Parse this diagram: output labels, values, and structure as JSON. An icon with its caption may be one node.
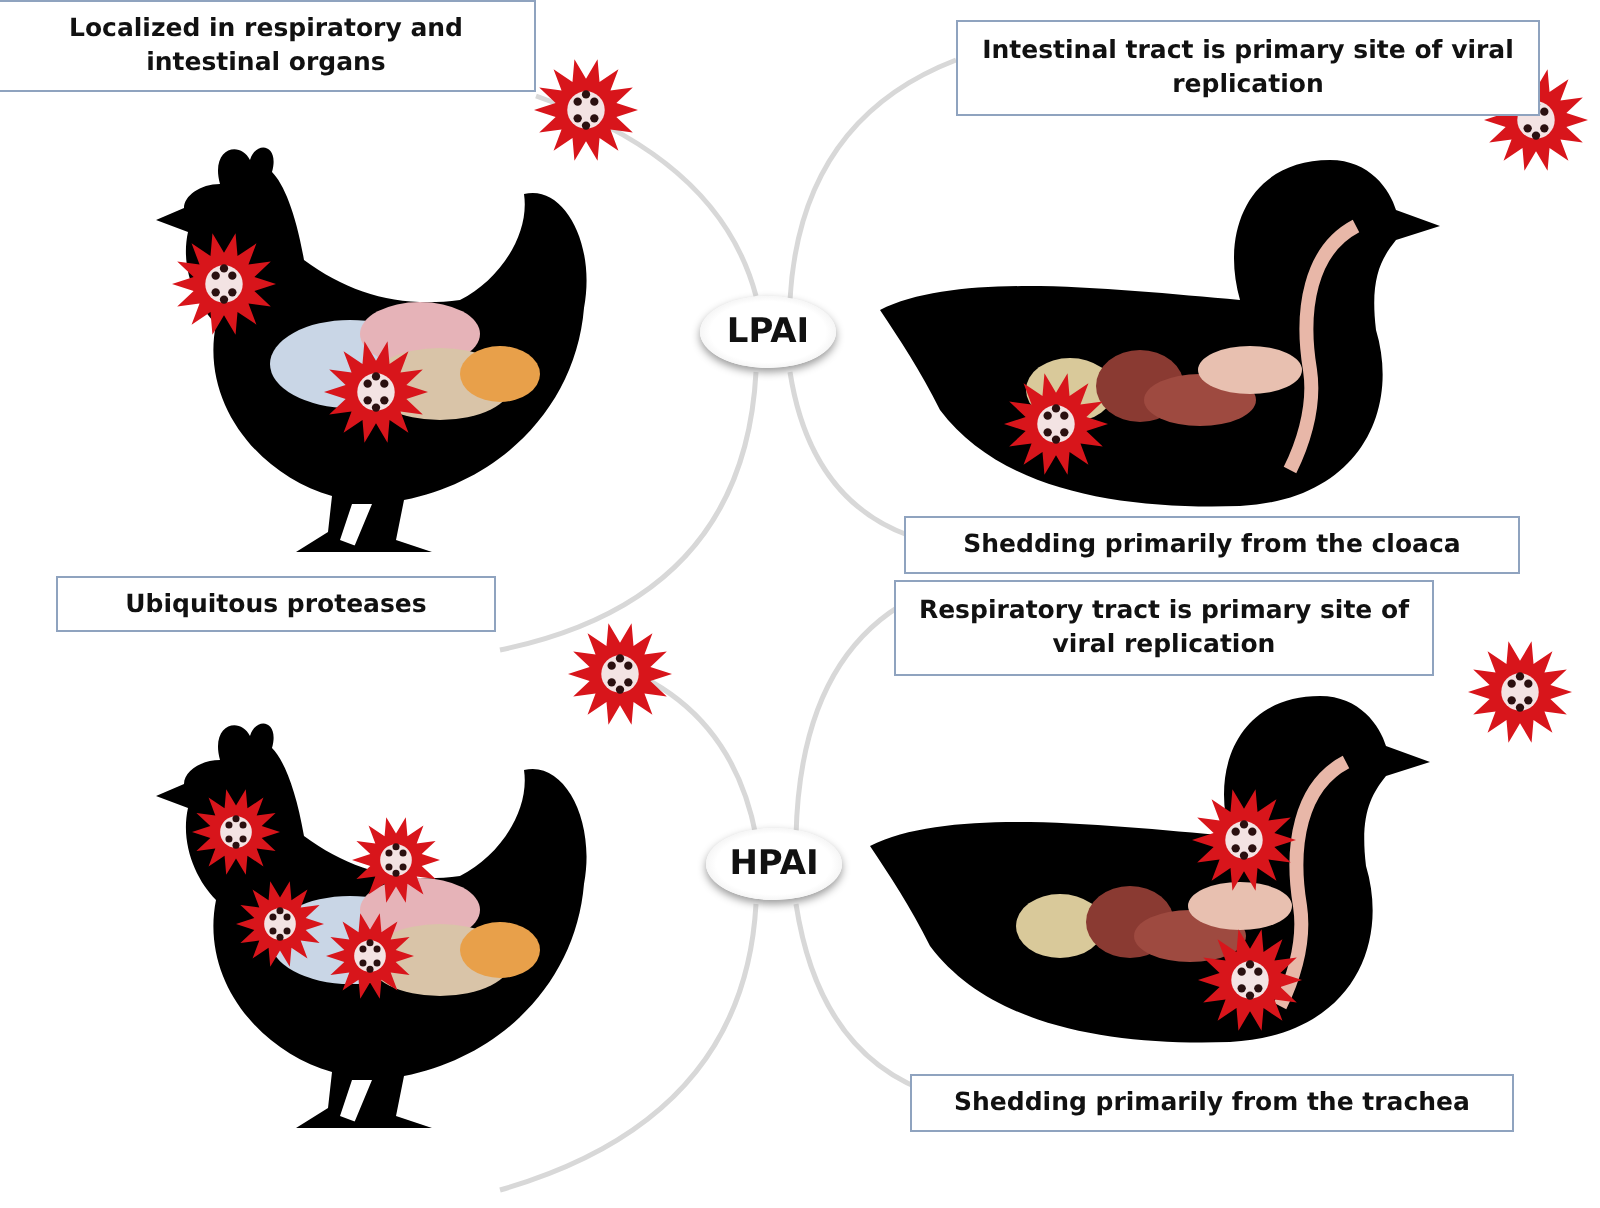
{
  "diagram": {
    "nodes": [
      {
        "text": [
          "Localized in respiratory and intestinal organs"
        ]
      },
      {
        "text": [
          "Intestinal tract is primary site of viral replication"
        ]
      },
      {
        "text": [
          "LPAI"
        ]
      },
      {
        "text": [
          "Shedding primarily from the cloaca"
        ]
      },
      {
        "text": [
          "Ubiquitous proteases"
        ]
      },
      {
        "text": [
          "Respiratory tract is primary site of viral replication"
        ]
      },
      {
        "text": [
          "HPAI"
        ]
      },
      {
        "text": [
          "Shedding primarily from the trachea"
        ]
      }
    ]
  }
}
